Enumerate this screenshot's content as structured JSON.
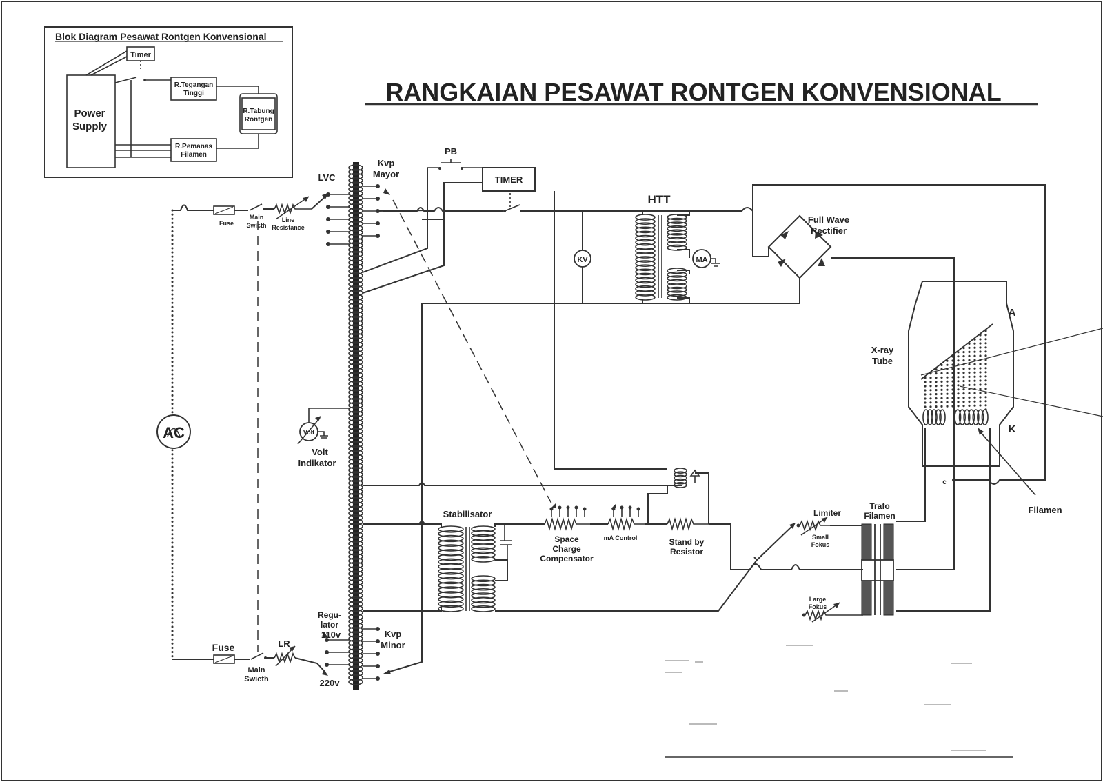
{
  "title": "RANGKAIAN PESAWAT RONTGEN KONVENSIONAL",
  "block_diagram": {
    "title": "Blok Diagram Pesawat Rontgen Konvensional",
    "timer": "Timer",
    "power_supply": [
      "Power",
      "Supply"
    ],
    "tegangan_tinggi": [
      "R.Tegangan",
      "Tinggi"
    ],
    "tabung_rontgen": [
      "R.Tabung",
      "Rontgen"
    ],
    "pemanas_filamen": [
      "R.Pemanas",
      "Filamen"
    ]
  },
  "labels": {
    "ac": "AC",
    "fuse_top": "Fuse",
    "fuse_bottom": "Fuse",
    "main_switch_top": [
      "Main",
      "Swicth"
    ],
    "main_switch_bottom": [
      "Main",
      "Swicth"
    ],
    "line_resistance": [
      "Line",
      "Resistance"
    ],
    "lr": "LR",
    "lvc": "LVC",
    "kvp_mayor": [
      "Kvp",
      "Mayor"
    ],
    "kvp_minor": [
      "Kvp",
      "Minor"
    ],
    "regulator": [
      "Regu-",
      "lator",
      "110v"
    ],
    "v220": "220v",
    "volt_meter": "Volt",
    "volt_indikator": [
      "Volt",
      "Indikator"
    ],
    "pb": "PB",
    "timer": "TIMER",
    "htt": "HTT",
    "kv": "KV",
    "ma": "MA",
    "rectifier": [
      "Full Wave",
      "Rectifier"
    ],
    "anode": "A",
    "cathode": "K",
    "xray_tube": [
      "X-ray",
      "Tube"
    ],
    "filamen": "Filamen",
    "c": "c",
    "stabilisator": "Stabilisator",
    "space_charge": [
      "Space",
      "Charge",
      "Compensator"
    ],
    "ma_control": "mA Control",
    "stand_by": [
      "Stand by",
      "Resistor"
    ],
    "limiter": "Limiter",
    "small_fokus": [
      "Small",
      "Fokus"
    ],
    "large_fokus": [
      "Large",
      "Fokus"
    ],
    "trafo_filamen": [
      "Trafo",
      "Filamen"
    ]
  }
}
